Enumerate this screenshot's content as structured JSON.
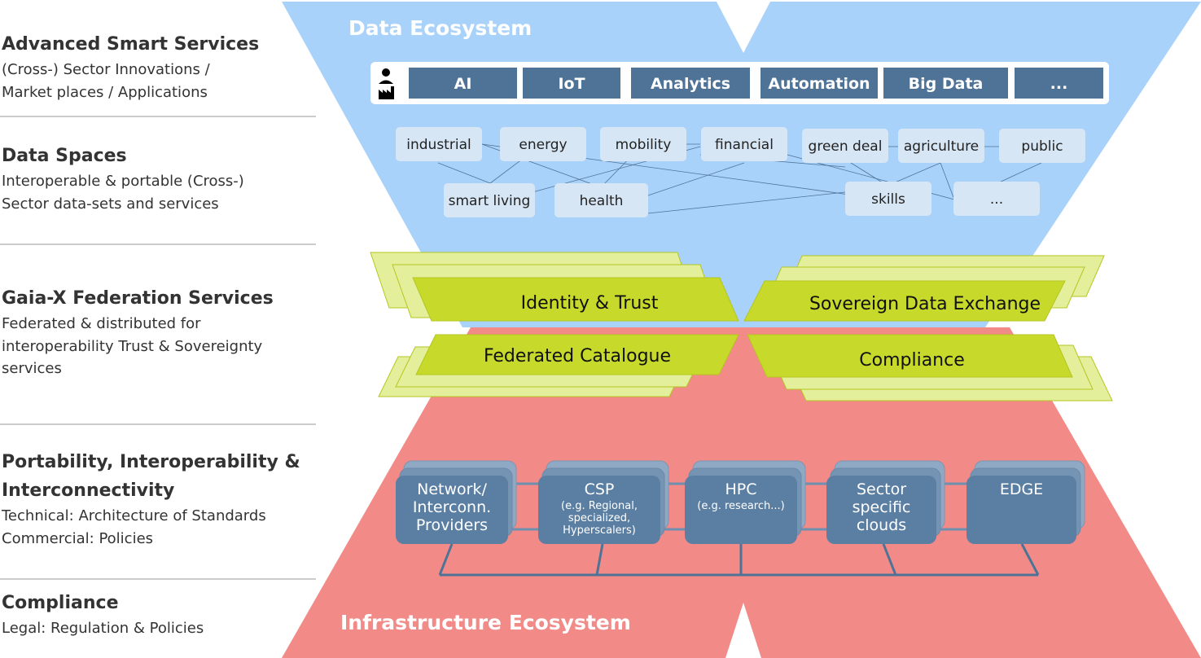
{
  "left_panel": {
    "sections": [
      {
        "title": "Advanced Smart Services",
        "lines": [
          "(Cross-) Sector Innovations /",
          "Market places / Applications"
        ]
      },
      {
        "title": "Data Spaces",
        "lines": [
          "Interoperable & portable (Cross-)",
          "Sector data-sets and services"
        ]
      },
      {
        "title": "Gaia-X Federation Services",
        "lines": [
          "Federated & distributed for",
          "interoperability Trust & Sovereignty",
          "services"
        ]
      },
      {
        "title_lines": [
          "Portability, Interoperability &",
          "Interconnectivity"
        ],
        "lines": [
          "Technical: Architecture of Standards",
          "Commercial: Policies"
        ]
      },
      {
        "title": "Compliance",
        "lines": [
          "Legal: Regulation & Policies"
        ]
      }
    ]
  },
  "data_ecosystem": {
    "label": "Data Ecosystem",
    "technologies": [
      "AI",
      "IoT",
      "Analytics",
      "Automation",
      "Big Data",
      "..."
    ],
    "sectors": [
      "industrial",
      "energy",
      "mobility",
      "financial",
      "green deal",
      "agriculture",
      "public",
      "smart living",
      "health",
      "skills",
      "..."
    ]
  },
  "federation_services": [
    "Identity & Trust",
    "Sovereign Data Exchange",
    "Federated Catalogue",
    "Compliance"
  ],
  "infrastructure_ecosystem": {
    "label": "Infrastructure Ecosystem",
    "providers": [
      {
        "lines": [
          "Network/",
          "Interconn.",
          "Providers"
        ]
      },
      {
        "lines": [
          "CSP"
        ],
        "small": [
          "(e.g. Regional,",
          "specialized,",
          "Hyperscalers)"
        ]
      },
      {
        "lines": [
          "HPC"
        ],
        "small": [
          "(e.g. research...)"
        ]
      },
      {
        "lines": [
          "Sector",
          "specific",
          "clouds"
        ]
      },
      {
        "lines": [
          "EDGE"
        ]
      }
    ]
  },
  "colors": {
    "data_ecosystem": "#a9d2fb",
    "infrastructure_ecosystem": "#f28a87",
    "technology_box": "#4f7396",
    "sector_box": "#d7e6f5",
    "federation_front": "#c7d92a",
    "federation_back": "#e4ef9c",
    "provider_box": "#5b7fa3",
    "divider": "#9a9a9a"
  }
}
